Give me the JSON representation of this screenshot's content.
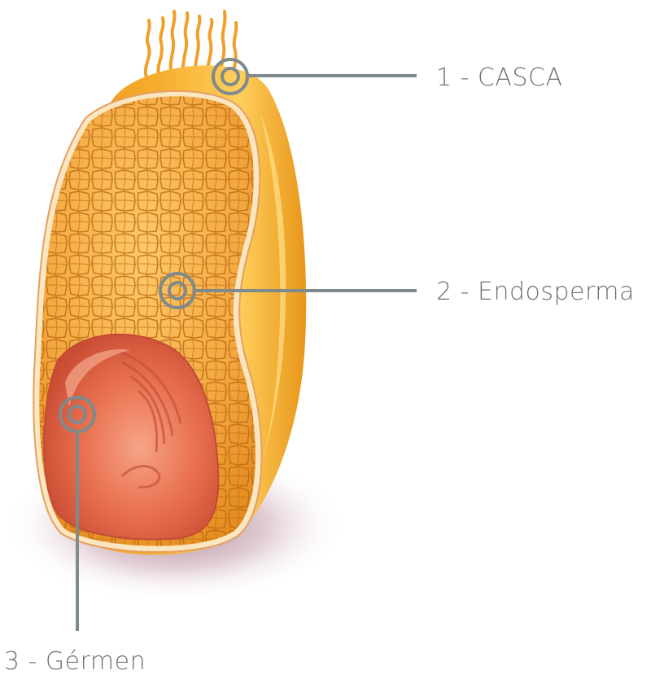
{
  "labels": {
    "casca": "1 - CASCA",
    "endosperma": "2 - Endosperma",
    "germen": "3 - Gérmen"
  },
  "colors": {
    "leader_line": "#7f8a8d",
    "shell_outer": "#f5a623",
    "shell_highlight": "#ffd36a",
    "endosperm_fill": "#f2a53a",
    "endosperm_cell_line": "#b9680f",
    "germ_fill": "#e56b4a",
    "germ_light": "#f49877",
    "shadow": "#6e2a3f",
    "label_text": "#6b7478"
  }
}
